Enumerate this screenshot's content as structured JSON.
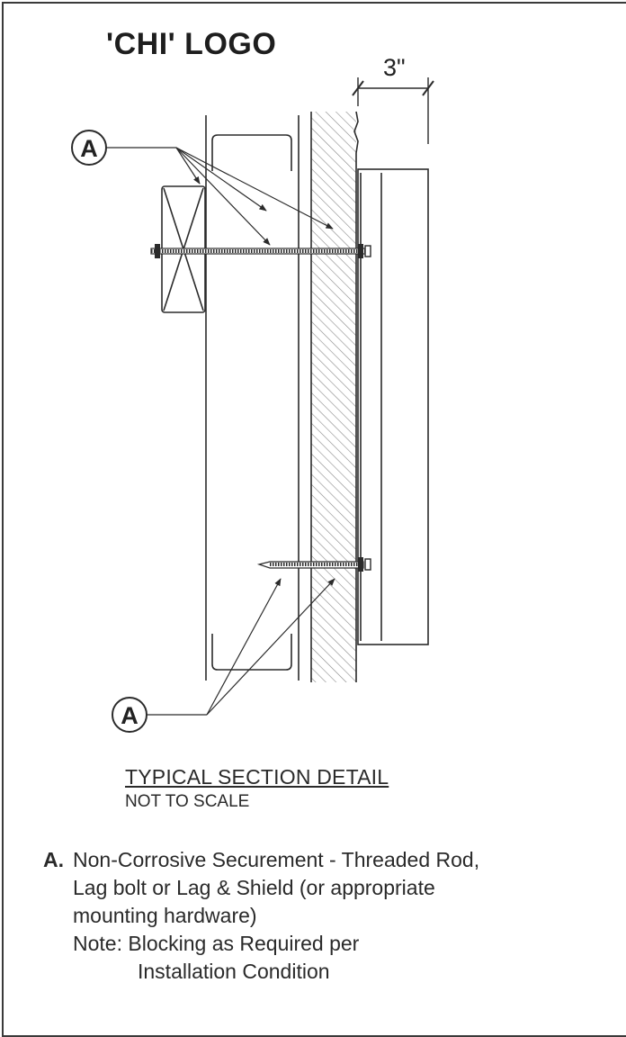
{
  "drawing": {
    "title": "'CHI' LOGO",
    "dimension_label": "3\"",
    "callout_letter": "A",
    "section_title": "TYPICAL SECTION DETAIL",
    "section_subtitle": "NOT TO SCALE"
  },
  "notes": {
    "key": "A.",
    "line1": "Non-Corrosive Securement - Threaded Rod,",
    "line2": "Lag bolt or Lag & Shield (or appropriate",
    "line3": "mounting hardware)",
    "line4": "Note:  Blocking as Required per",
    "line5": "Installation Condition"
  },
  "colors": {
    "line": "#2b2b2b",
    "hatch": "#7a7a7a",
    "background": "#ffffff"
  }
}
